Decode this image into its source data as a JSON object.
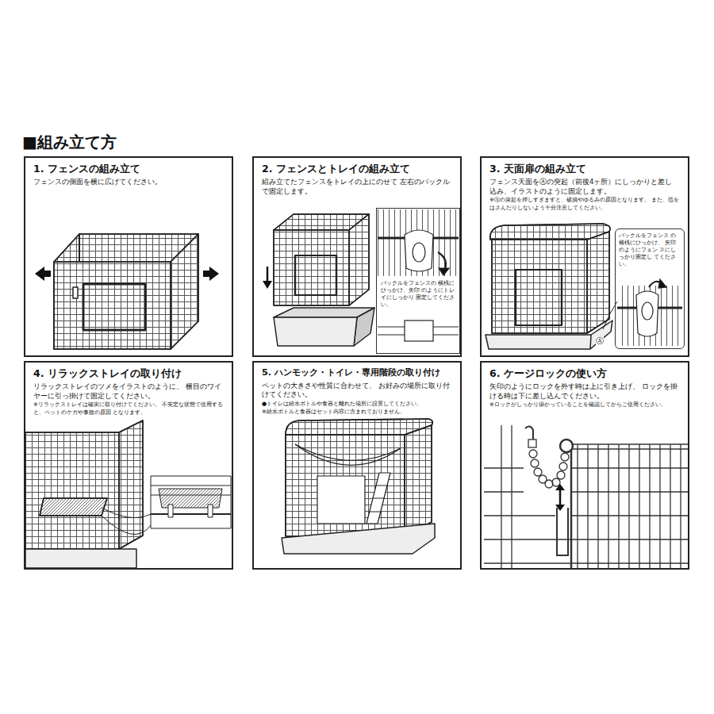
{
  "diagram": {
    "title": "■組み立て方",
    "nodes": [
      {
        "text": [
          "1. フェンスの組み立て",
          "フェンスの側面を横に広げてください。"
        ]
      },
      {
        "text": [
          "2. フェンスとトレイの組み立て",
          "組み立てたフェンスをトレイの上にのせて 左右のバックルで固定します。"
        ]
      },
      {
        "text": [
          "バックルをフェンスの 横桟にひっかけ、矢印 のようにトレイにしっかり 固定してください。"
        ],
        "in": 1
      },
      {
        "text": [
          "3. 天面扉の組み立て",
          "フェンス天面をⒶの突起（前後4ヶ所）にしっかりと差し 込み、イラストのように固定します。",
          "※Ⓐの突起を押しすぎますと、破損やゆるみの原因となります。 また、指をはさんだりしないよう十分注意してください。"
        ]
      },
      {
        "text": [
          "バックルをフェンス の横桟にひっかけ、 矢印のようにフェン スにしっかり固定し てください。"
        ],
        "in": 3
      },
      {
        "text": [
          "4. リラックストレイの取り付け",
          "リラックストレイのツメをイラストのように、 横目のワイヤーに引っ掛けて固定してください。",
          "※リラックストレイは確実に取り付けてください。 不安定な状態で使用すると、ペットのケガや事故の原因 となります。"
        ]
      },
      {
        "text": [
          "5. ハンモック・トイレ・専用階段の取り付け",
          "ペットの大きさや性質に合わせて、 お好みの場所に取り付けてください。",
          "●トイレは給水ボトルや食器と離れた場所に設置してください。",
          "※給水ボトルと食器はセット内容に含まれておりません。"
        ]
      },
      {
        "text": [
          "6. ケージロックの使い方",
          "矢印のようにロックを外す時は上に引き上げ、 ロックを掛ける時は下に差し込んでください。",
          "※ロックがしっかり掛かっていることを確認してからご使用ください。"
        ]
      }
    ],
    "labels": [
      "Ⓐ"
    ]
  }
}
